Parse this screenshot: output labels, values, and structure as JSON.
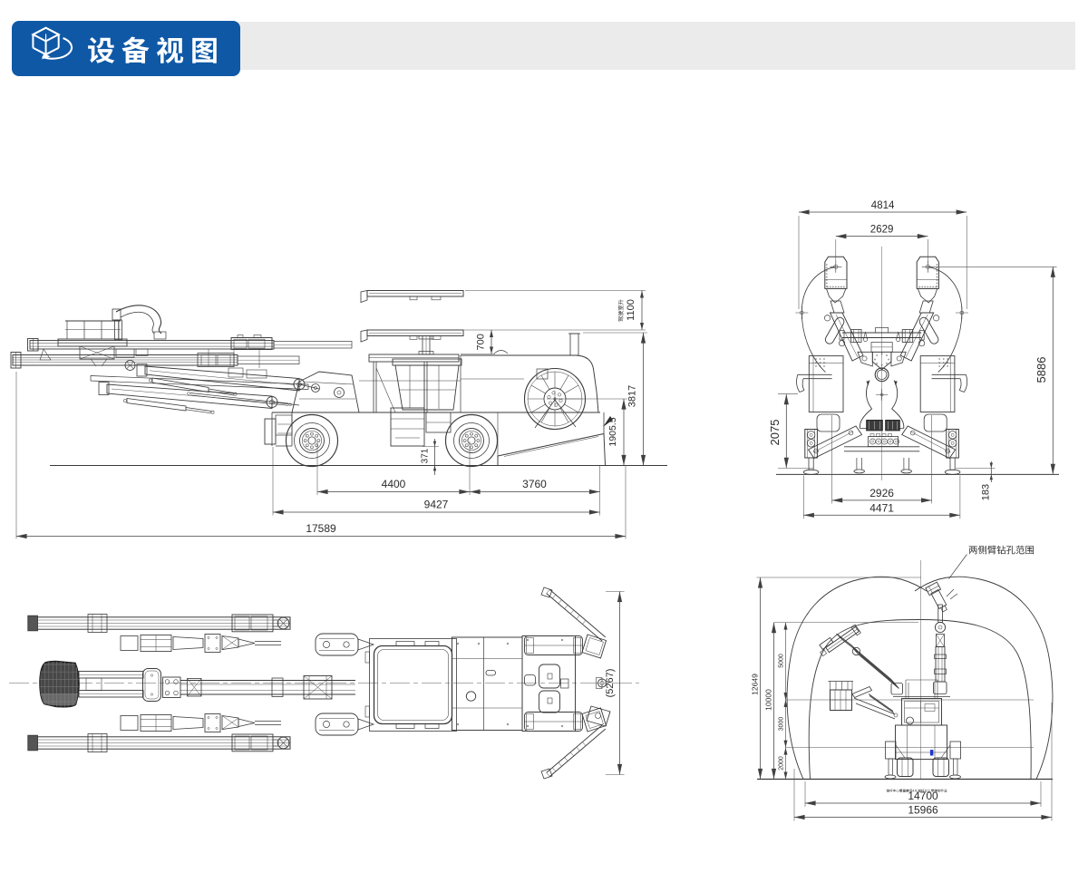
{
  "page": {
    "background": "#ffffff"
  },
  "header": {
    "title": "设备视图",
    "icon": "cube-3d-rotate-icon",
    "badge_color": "#0f58a6",
    "strip_color": "#ebebeb",
    "text_color": "#ffffff"
  },
  "side_view": {
    "dims": {
      "canopy_lift": "1100",
      "canopy_note": "驾驶室升",
      "canopy_stage": "700",
      "overall_height": "3817",
      "reel_center_height": "1905.5",
      "ground_clearance": "371",
      "wheelbase": "4400",
      "rear_length": "3760",
      "carrier_length": "9427",
      "overall_length": "17589"
    }
  },
  "rear_view": {
    "dims": {
      "overall_width_booms": "4814",
      "feed_spacing": "2629",
      "overall_height_feeds": "5886",
      "body_height": "2075",
      "track_width": "2926",
      "outrigger_span": "4471",
      "ground_clearance": "183"
    }
  },
  "top_view": {
    "dims": {
      "rear_width": "(5267)"
    }
  },
  "tunnel_view": {
    "callout": "两侧臂钻孔范围",
    "note": "锚杆中心覆盖最低4.8,锚杆以上需辅助作业",
    "dims": {
      "envelope_height": "12649",
      "coverage_height": "10000",
      "seg_upper": "5000",
      "seg_mid": "3000",
      "seg_lower": "2000",
      "coverage_width": "14700",
      "envelope_width": "15966"
    }
  }
}
